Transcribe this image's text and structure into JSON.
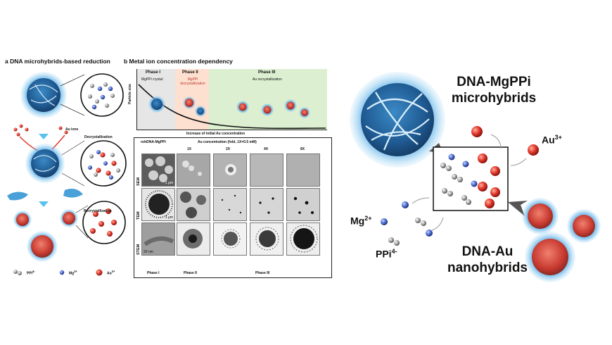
{
  "panel_a": {
    "title": "a DNA microhybrids-based reduction",
    "au_ions_label": "Au ions",
    "decrystallization_label": "Decrystallization",
    "recrystallization_label": "Recrystallization",
    "legend": {
      "ppi": "PPi",
      "ppi_sup": "4-",
      "mg": "Mg",
      "mg_sup": "2+",
      "au": "Au",
      "au_sup": "3+"
    }
  },
  "panel_b": {
    "title": "b Metal ion concentration dependency",
    "y_axis_label": "Particle size",
    "x_axis_label": "Increase of initial Au concentration",
    "phase1": {
      "name": "Phase I",
      "desc": "MgPPi crystal"
    },
    "phase2": {
      "name": "Phase II",
      "desc": "MgPPi decrystallization"
    },
    "phase3": {
      "name": "Phase III",
      "desc": "Au recrystallization"
    },
    "grid": {
      "first_column": "rohDNA-MgPPi",
      "conc_header": "Au concentration (fold, 1X=0.5 mM)",
      "columns": [
        "1X",
        "2X",
        "4X",
        "8X"
      ],
      "rows": [
        "SEM",
        "TEM",
        "STEM"
      ],
      "scale_bars": [
        "1 μm",
        "1 μm",
        "20 nm"
      ],
      "bottom": [
        "Phase I",
        "Phase II",
        "Phase III"
      ]
    }
  },
  "panel_c": {
    "top_title": "DNA-MgPPi microhybrids",
    "bottom_title": "DNA-Au nanohybrids",
    "au_ion": {
      "base": "Au",
      "sup": "3+"
    },
    "mg_ion": {
      "base": "Mg",
      "sup": "2+"
    },
    "ppi_ion": {
      "base": "PPi",
      "sup": "4-"
    }
  },
  "colors": {
    "au": "#e23a2c",
    "mg": "#4f6fd0",
    "ppi": "#9a9a9a",
    "dna": "#2f7fc0",
    "phase1": "#e6e6e6",
    "phase2": "#fde0d0",
    "phase3": "#dcefd0"
  }
}
